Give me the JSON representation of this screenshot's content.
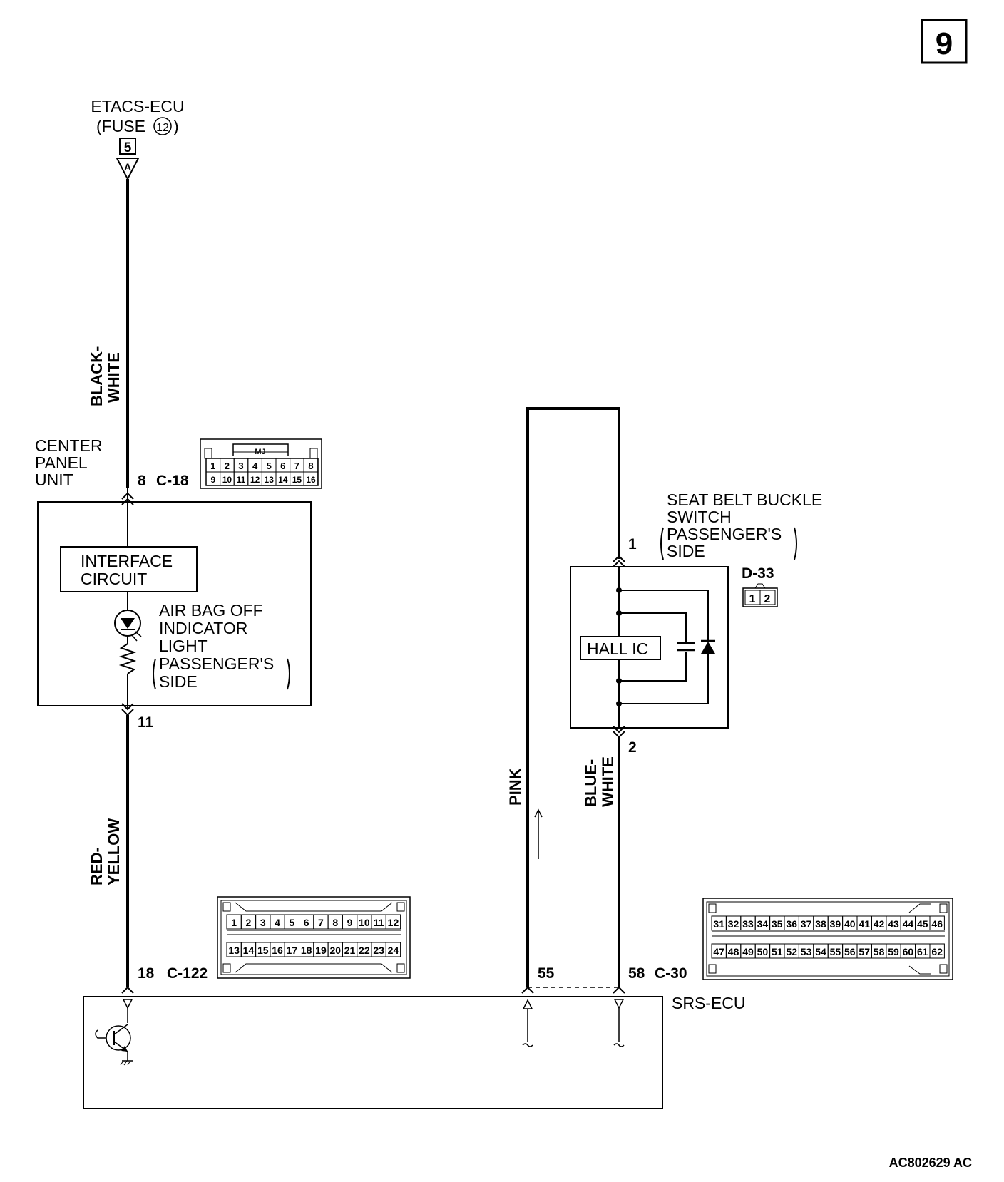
{
  "page_number": "9",
  "figure_id": "AC802629 AC",
  "power_source": {
    "name": "ETACS-ECU",
    "fuse_prefix": "(FUSE",
    "fuse_number": "12",
    "fuse_suffix": ")",
    "connector_box": "5",
    "connector_letter": "A"
  },
  "wires": {
    "w1_line1": "BLACK-",
    "w1_line2": "WHITE",
    "w2_line1": "RED-",
    "w2_line2": "YELLOW",
    "w3": "PINK",
    "w4_line1": "BLUE-",
    "w4_line2": "WHITE"
  },
  "center_panel": {
    "label_line1": "CENTER",
    "label_line2": "PANEL",
    "label_line3": "UNIT",
    "pin_in": "8",
    "connector": "C-18",
    "pin_out": "11",
    "interface_line1": "INTERFACE",
    "interface_line2": "CIRCUIT",
    "lamp_line1": "AIR BAG OFF",
    "lamp_line2": "INDICATOR",
    "lamp_line3": "LIGHT",
    "lamp_line4": "PASSENGER'S",
    "lamp_line5": "SIDE",
    "connector_tag": "MJ",
    "connector_pins_row1": [
      "1",
      "2",
      "3",
      "4",
      "5",
      "6",
      "7",
      "8"
    ],
    "connector_pins_row2": [
      "9",
      "10",
      "11",
      "12",
      "13",
      "14",
      "15",
      "16"
    ]
  },
  "seat_belt_switch": {
    "label_line1": "SEAT BELT BUCKLE",
    "label_line2": "SWITCH",
    "label_line3": "PASSENGER'S",
    "label_line4": "SIDE",
    "pin_top": "1",
    "pin_bottom": "2",
    "connector": "D-33",
    "hall_ic": "HALL IC",
    "connector_pins": [
      "1",
      "2"
    ]
  },
  "srs_ecu": {
    "label": "SRS-ECU",
    "pin_18": "18",
    "connector_c122": "C-122",
    "pin_55": "55",
    "pin_58": "58",
    "connector_c30": "C-30",
    "c122_row1": [
      "1",
      "2",
      "3",
      "4",
      "5",
      "6",
      "7",
      "8",
      "9",
      "10",
      "11",
      "12"
    ],
    "c122_row2": [
      "13",
      "14",
      "15",
      "16",
      "17",
      "18",
      "19",
      "20",
      "21",
      "22",
      "23",
      "24"
    ],
    "c30_row1": [
      "31",
      "32",
      "33",
      "34",
      "35",
      "36",
      "37",
      "38",
      "39",
      "40",
      "41",
      "42",
      "43",
      "44",
      "45",
      "46"
    ],
    "c30_row2": [
      "47",
      "48",
      "49",
      "50",
      "51",
      "52",
      "53",
      "54",
      "55",
      "56",
      "57",
      "58",
      "59",
      "60",
      "61",
      "62"
    ]
  }
}
